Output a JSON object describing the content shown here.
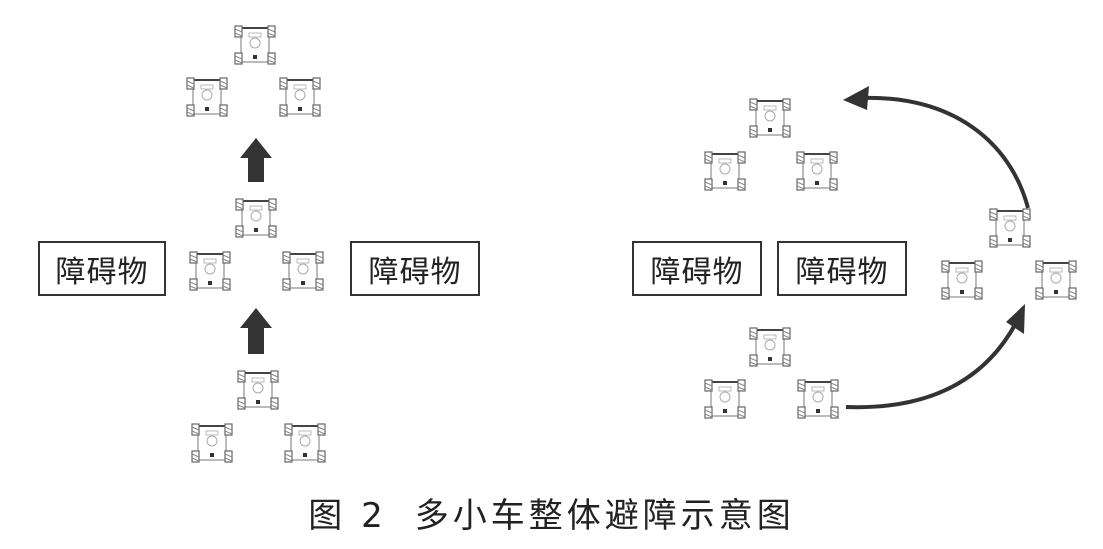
{
  "obstacles": {
    "label": "障碍物"
  },
  "caption": {
    "figure_number": "图 2",
    "title": "多小车整体避障示意图"
  },
  "colors": {
    "arrow": "#333333",
    "car_outline": "#666666",
    "wheel": "#777777",
    "border": "#333333"
  }
}
